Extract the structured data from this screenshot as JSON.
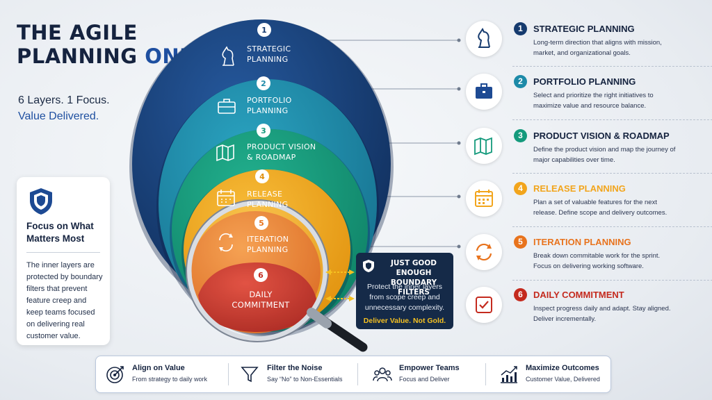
{
  "header": {
    "title_line1": "THE AGILE",
    "title_line2a": "PLANNING",
    "title_line2b": "ONION",
    "sub_line1": "6 Layers. 1 Focus.",
    "sub_line2": "Value Delivered."
  },
  "focus_card": {
    "title": "Focus on What Matters Most",
    "body": "The inner layers are protected by boundary filters that prevent feature creep and keep teams focused on delivering real customer value."
  },
  "onion_layers": [
    {
      "num": "1",
      "line1": "STRATEGIC",
      "line2": "PLANNING",
      "color": "#153a6e"
    },
    {
      "num": "2",
      "line1": "PORTFOLIO",
      "line2": "PLANNING",
      "color": "#1d8aa8"
    },
    {
      "num": "3",
      "line1": "PRODUCT VISION",
      "line2": "& ROADMAP",
      "color": "#149a7c"
    },
    {
      "num": "4",
      "line1": "RELEASE",
      "line2": "PLANNING",
      "color": "#f2a51c"
    },
    {
      "num": "5",
      "line1": "ITERATION",
      "line2": "PLANNING",
      "color": "#e8731d"
    },
    {
      "num": "6",
      "line1": "DAILY",
      "line2": "COMMITMENT",
      "color": "#c42a1e"
    }
  ],
  "boundary": {
    "title": "JUST GOOD ENOUGH BOUNDARY FILTERS",
    "body": "Protect the inner layers from scope creep and unnecessary complexity.",
    "highlight": "Deliver Value. Not Gold."
  },
  "legend": [
    {
      "num": "1",
      "title": "STRATEGIC PLANNING",
      "desc": "Long-term direction that aligns with mission, market, and organizational goals.",
      "color": "#153a6e",
      "icon": "chess-knight-icon"
    },
    {
      "num": "2",
      "title": "PORTFOLIO PLANNING",
      "desc": "Select and prioritize the right initiatives to maximize value and resource balance.",
      "color": "#1d8aa8",
      "icon": "briefcase-icon"
    },
    {
      "num": "3",
      "title": "PRODUCT VISION & ROADMAP",
      "desc": "Define the product vision and map the journey of major capabilities over time.",
      "color": "#149a7c",
      "icon": "roadmap-icon"
    },
    {
      "num": "4",
      "title": "RELEASE PLANNING",
      "desc": "Plan a set of valuable features for the next release. Define scope and delivery outcomes.",
      "color": "#f2a51c",
      "icon": "calendar-icon"
    },
    {
      "num": "5",
      "title": "ITERATION PLANNING",
      "desc": "Break down commitable work for the sprint. Focus on delivering working software.",
      "color": "#e8731d",
      "icon": "cycle-icon"
    },
    {
      "num": "6",
      "title": "DAILY COMMITMENT",
      "desc": "Inspect progress daily and adapt. Stay aligned. Deliver incrementally.",
      "color": "#c42a1e",
      "icon": "checkbox-icon"
    }
  ],
  "bottom": [
    {
      "title": "Align on Value",
      "sub": "From strategy to daily work",
      "icon": "target-icon"
    },
    {
      "title": "Filter the Noise",
      "sub": "Say “No” to Non-Essentials",
      "icon": "funnel-icon"
    },
    {
      "title": "Empower Teams",
      "sub": "Focus and Deliver",
      "icon": "team-icon"
    },
    {
      "title": "Maximize Outcomes",
      "sub": "Customer Value, Delivered",
      "icon": "growth-chart-icon"
    }
  ]
}
